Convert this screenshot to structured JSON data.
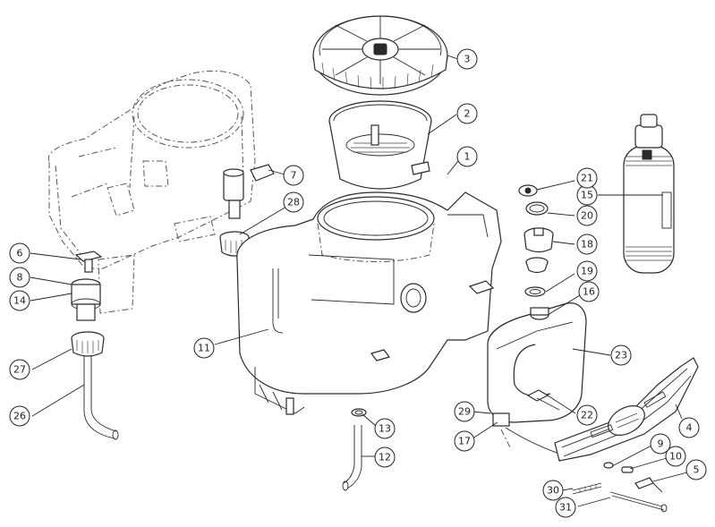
{
  "diagram": {
    "type": "exploded-parts-diagram",
    "callouts": [
      {
        "id": "1",
        "label": "1"
      },
      {
        "id": "2",
        "label": "2"
      },
      {
        "id": "3",
        "label": "3"
      },
      {
        "id": "4",
        "label": "4"
      },
      {
        "id": "5",
        "label": "5"
      },
      {
        "id": "6",
        "label": "6"
      },
      {
        "id": "7",
        "label": "7"
      },
      {
        "id": "8",
        "label": "8"
      },
      {
        "id": "9",
        "label": "9"
      },
      {
        "id": "10",
        "label": "10"
      },
      {
        "id": "11",
        "label": "11"
      },
      {
        "id": "12",
        "label": "12"
      },
      {
        "id": "13",
        "label": "13"
      },
      {
        "id": "14",
        "label": "14"
      },
      {
        "id": "15",
        "label": "15"
      },
      {
        "id": "16",
        "label": "16"
      },
      {
        "id": "17",
        "label": "17"
      },
      {
        "id": "18",
        "label": "18"
      },
      {
        "id": "19",
        "label": "19"
      },
      {
        "id": "20",
        "label": "20"
      },
      {
        "id": "21",
        "label": "21"
      },
      {
        "id": "22",
        "label": "22"
      },
      {
        "id": "23",
        "label": "23"
      },
      {
        "id": "26",
        "label": "26"
      },
      {
        "id": "27",
        "label": "27"
      },
      {
        "id": "28",
        "label": "28"
      },
      {
        "id": "29",
        "label": "29"
      },
      {
        "id": "30",
        "label": "30"
      },
      {
        "id": "31",
        "label": "31"
      }
    ]
  }
}
